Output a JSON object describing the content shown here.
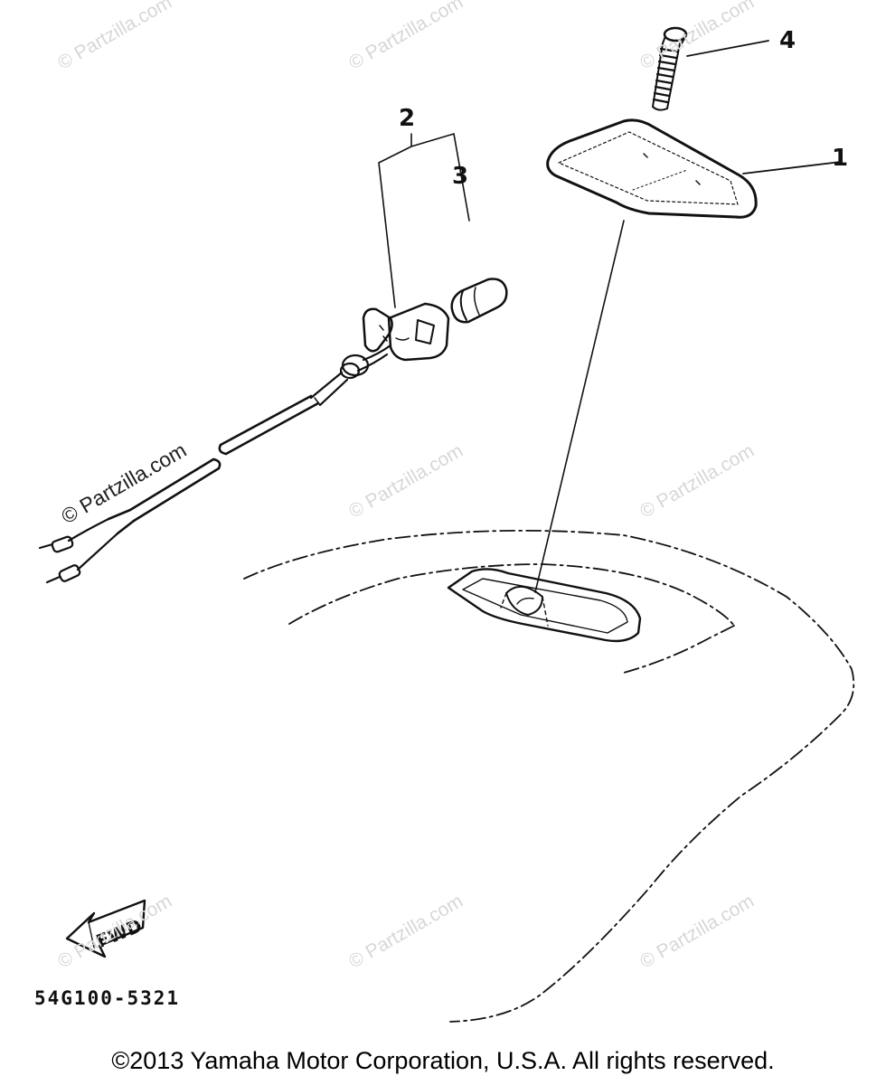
{
  "callouts": [
    "1",
    "2",
    "3",
    "4"
  ],
  "watermark": "© Partzilla.com",
  "fwd_label": "FWD",
  "part_code": "54G100-5321",
  "copyright": "©2013 Yamaha Motor Corporation, U.S.A. All rights reserved."
}
